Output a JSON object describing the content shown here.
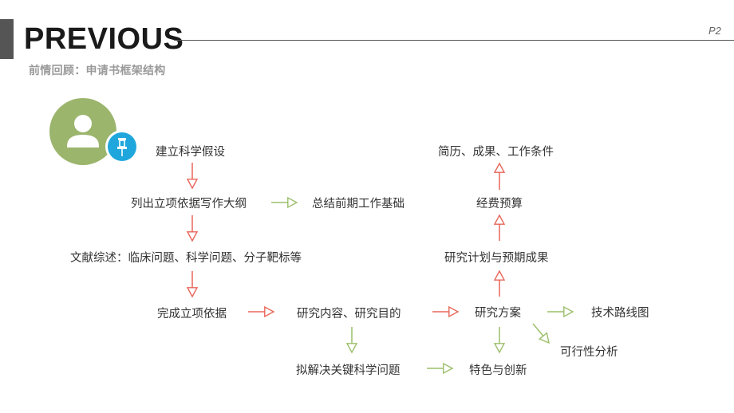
{
  "header": {
    "title": "PREVIOUS",
    "page_number": "P2",
    "subtitle": "前情回顾：申请书框架结构"
  },
  "icons": {
    "avatar": "user-avatar-icon",
    "badge": "pushpin-icon"
  },
  "colors": {
    "accent_bar": "#555555",
    "avatar_green": "#9bb56c",
    "badge_blue": "#1fa7dd",
    "arrow_red": "#e8665a",
    "arrow_green": "#9bbf6a"
  },
  "flow": {
    "hypothesis": "建立科学假设",
    "outline": "列出立项依据写作大纲",
    "prior_work": "总结前期工作基础",
    "literature": "文献综述：临床问题、科学问题、分子靶标等",
    "basis": "完成立项依据",
    "content": "研究内容、研究目的",
    "key_problems": "拟解决关键科学问题",
    "plan": "研究方案",
    "roadmap": "技术路线图",
    "feasibility": "可行性分析",
    "innovation": "特色与创新",
    "schedule": "研究计划与预期成果",
    "budget": "经费预算",
    "resume": "简历、成果、工作条件"
  }
}
